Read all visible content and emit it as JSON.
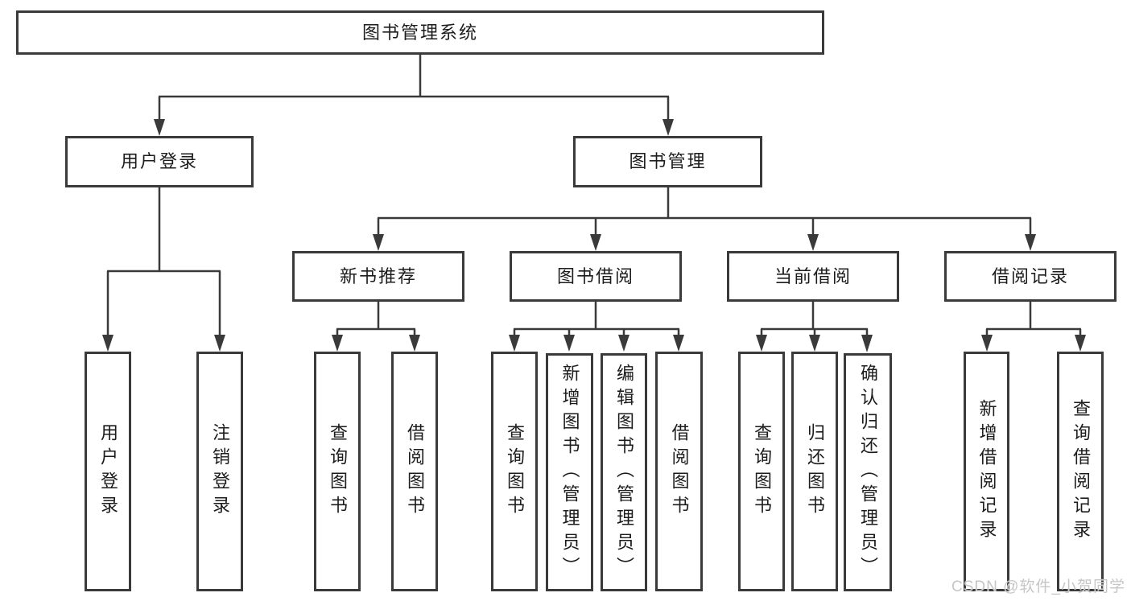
{
  "tree": {
    "root": {
      "label": "图书管理系统"
    },
    "branches": [
      {
        "label": "用户登录",
        "leaves": [
          {
            "label": "用户登录"
          },
          {
            "label": "注销登录"
          }
        ]
      },
      {
        "label": "图书管理",
        "groups": [
          {
            "label": "新书推荐",
            "leaves": [
              {
                "label": "查询图书"
              },
              {
                "label": "借阅图书"
              }
            ]
          },
          {
            "label": "图书借阅",
            "leaves": [
              {
                "label": "查询图书"
              },
              {
                "label": "新增图书（管理员）"
              },
              {
                "label": "编辑图书（管理员）"
              },
              {
                "label": "借阅图书"
              }
            ]
          },
          {
            "label": "当前借阅",
            "leaves": [
              {
                "label": "查询图书"
              },
              {
                "label": "归还图书"
              },
              {
                "label": "确认归还（管理员）"
              }
            ]
          },
          {
            "label": "借阅记录",
            "leaves": [
              {
                "label": "新增借阅记录"
              },
              {
                "label": "查询借阅记录"
              }
            ]
          }
        ]
      }
    ]
  },
  "watermark": {
    "text": "CSDN @软件_小贺同学"
  },
  "colors": {
    "line": "#3a3a3a",
    "text": "#1c1c1c",
    "background": "#ffffff",
    "watermark": "#c6c6c6"
  }
}
